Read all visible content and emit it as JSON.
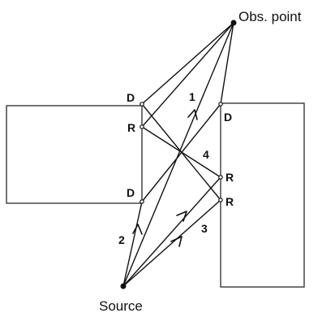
{
  "labels": {
    "observation_point": "Obs. point",
    "source": "Source",
    "diffraction": "D",
    "reflection": "R",
    "path_1": "1",
    "path_2": "2",
    "path_3": "3",
    "path_4": "4"
  }
}
